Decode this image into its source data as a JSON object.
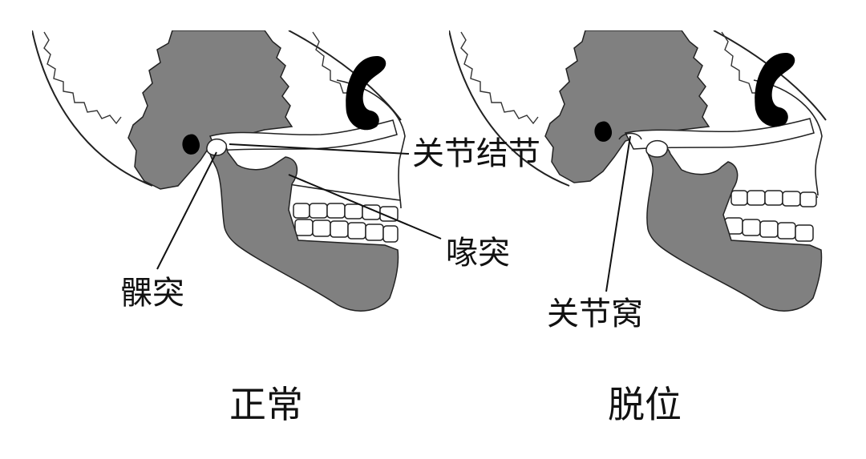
{
  "labels": {
    "articular_tubercle": "关节结节",
    "coronoid_process": "喙突",
    "condylar_process": "髁突",
    "articular_fossa": "关节窝"
  },
  "captions": {
    "normal": "正常",
    "dislocated": "脱位"
  },
  "colors": {
    "bone": "#808080",
    "outline": "#222222",
    "background": "#ffffff",
    "text": "#111111"
  }
}
